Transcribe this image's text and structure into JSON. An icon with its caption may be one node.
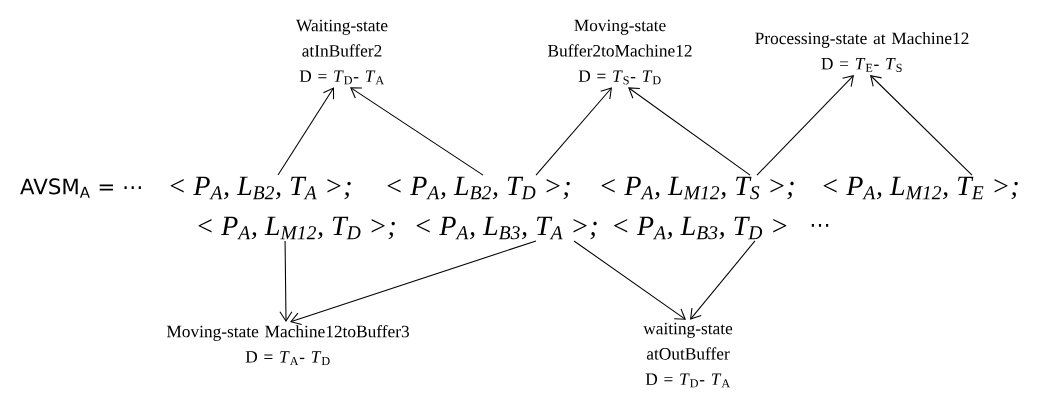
{
  "diagram": {
    "nodes": [
      {
        "text": [
          "Waiting-state atInBuffer2",
          "D = *T*$_{D}$- *T*$_{A}$"
        ]
      },
      {
        "text": [
          "Moving-state Buffer2toMachine12",
          "D = *T*$_{S}$- *T*$_{D}$"
        ]
      },
      {
        "text": [
          "Processing-state at Machine12",
          "D = *T*$_{E}$- *T*$_{S}$"
        ]
      },
      {
        "text": [
          "< P$_{A}$, L$_{B2}$, T$_{A}$ >;"
        ]
      },
      {
        "text": [
          "< P$_{A}$, L$_{B2}$, T$_{D}$ >;"
        ]
      },
      {
        "text": [
          "< P$_{A}$, L$_{M12}$, T$_{S}$ >;"
        ]
      },
      {
        "text": [
          "< P$_{A}$, L$_{M12}$, T$_{E}$ >;"
        ]
      },
      {
        "text": [
          "< P$_{A}$, L$_{M12}$, T$_{D}$ >;"
        ]
      },
      {
        "text": [
          "< P$_{A}$, L$_{B3}$, T$_{A}$ >;"
        ]
      },
      {
        "text": [
          "< P$_{A}$, L$_{B3}$, T$_{D}$ >"
        ]
      },
      {
        "text": [
          "Moving-state Machine12toBuffer3",
          "D = *T*$_{A}$- *T*$_{D}$"
        ]
      },
      {
        "text": [
          "waiting-state atOutBuffer",
          "D = *T*$_{D}$- *T*$_{A}$"
        ]
      }
    ],
    "edges": [
      {
        "from": 3,
        "to": 0,
        "arrow": "to"
      },
      {
        "from": 4,
        "to": 0,
        "arrow": "to"
      },
      {
        "from": 4,
        "to": 1,
        "arrow": "to"
      },
      {
        "from": 5,
        "to": 1,
        "arrow": "to"
      },
      {
        "from": 5,
        "to": 2,
        "arrow": "to"
      },
      {
        "from": 6,
        "to": 2,
        "arrow": "to"
      },
      {
        "from": 7,
        "to": 10,
        "arrow": "to"
      },
      {
        "from": 8,
        "to": 10,
        "arrow": "to"
      },
      {
        "from": 8,
        "to": 11,
        "arrow": "to"
      },
      {
        "from": 9,
        "to": 11,
        "arrow": "to"
      }
    ],
    "labels": [
      "AVSM$_{A}$ = ⋯",
      "⋯"
    ]
  }
}
